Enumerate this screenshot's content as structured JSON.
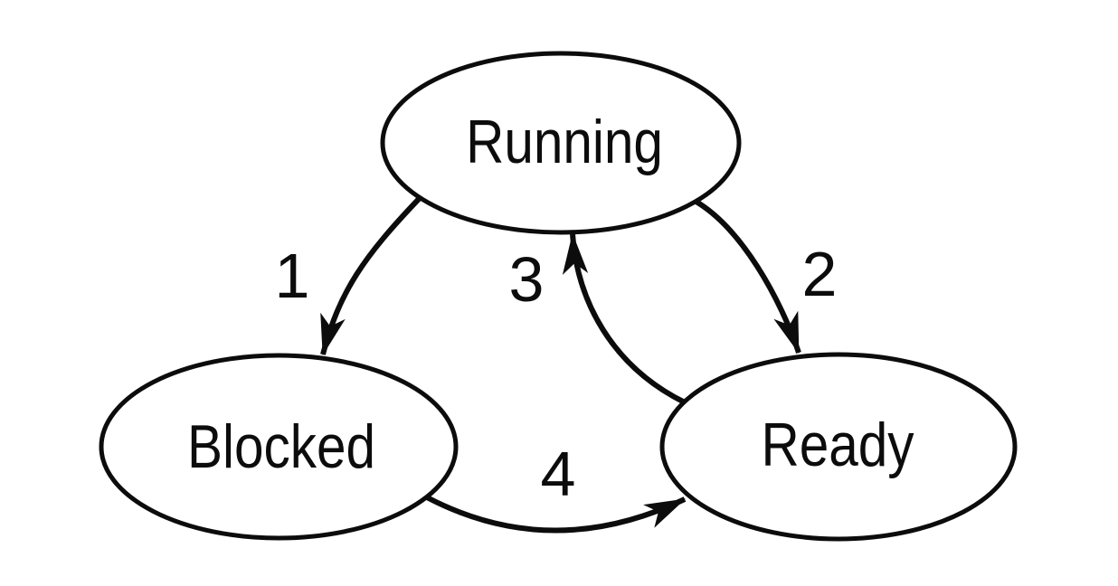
{
  "diagram": {
    "type": "state-transition-diagram",
    "background": "#ffffff",
    "stroke_color": "#0c0c0c",
    "nodes": [
      {
        "id": "running",
        "label": "Running"
      },
      {
        "id": "blocked",
        "label": "Blocked"
      },
      {
        "id": "ready",
        "label": "Ready"
      }
    ],
    "transitions": [
      {
        "label": "1",
        "from": "running",
        "to": "blocked"
      },
      {
        "label": "2",
        "from": "running",
        "to": "ready"
      },
      {
        "label": "3",
        "from": "ready",
        "to": "running"
      },
      {
        "label": "4",
        "from": "blocked",
        "to": "ready"
      }
    ]
  }
}
